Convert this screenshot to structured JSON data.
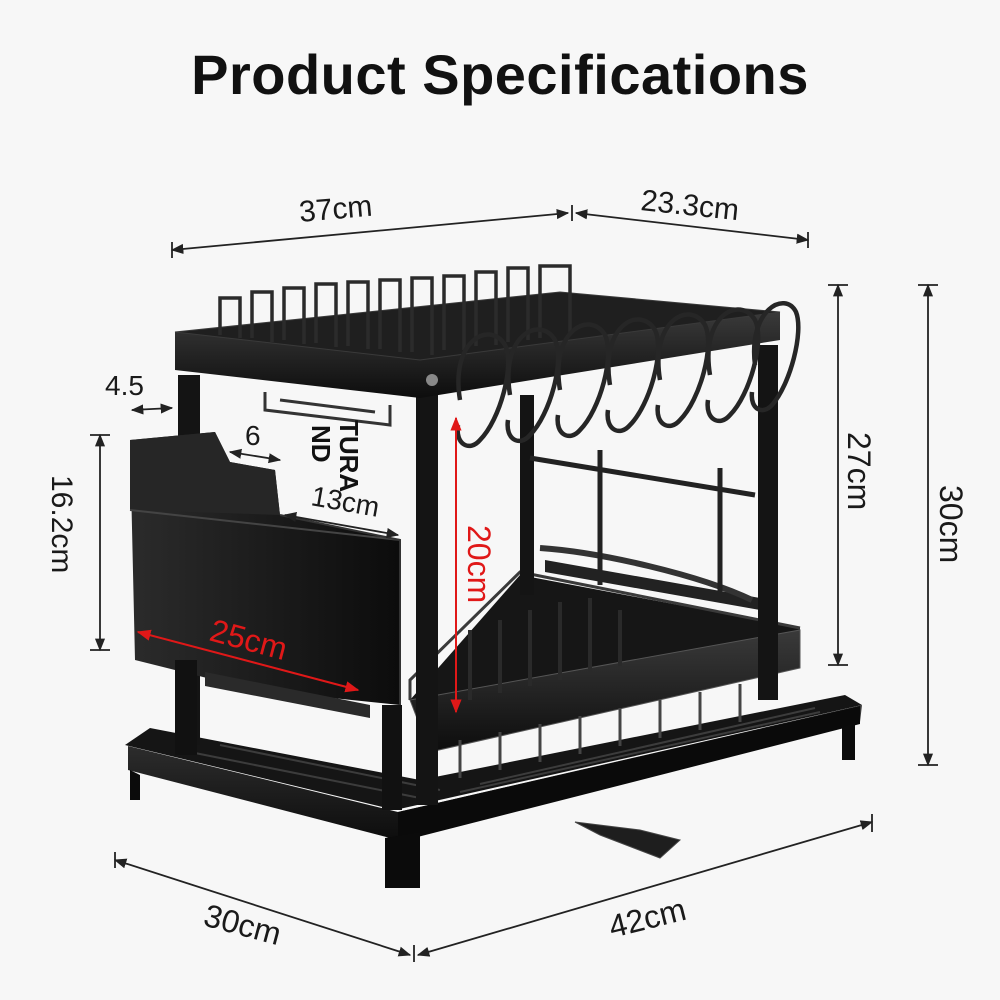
{
  "title": "Product Specifications",
  "colors": {
    "background": "#f7f7f7",
    "product": "#1a1a1a",
    "dimension_line": "#222222",
    "highlight": "#e01818"
  },
  "dimensions": {
    "top_width": "37cm",
    "top_depth": "23.3cm",
    "side_gap": "4.5",
    "holder_height": "16.2cm",
    "slot_width": "6",
    "holder_length": "25cm",
    "inner_height": "20cm",
    "rack_height": "27cm",
    "total_height": "30cm",
    "base_depth": "30cm",
    "base_width": "42cm"
  },
  "product_label": {
    "line1": "TURA",
    "line2": "ND",
    "line3": "13cm"
  }
}
